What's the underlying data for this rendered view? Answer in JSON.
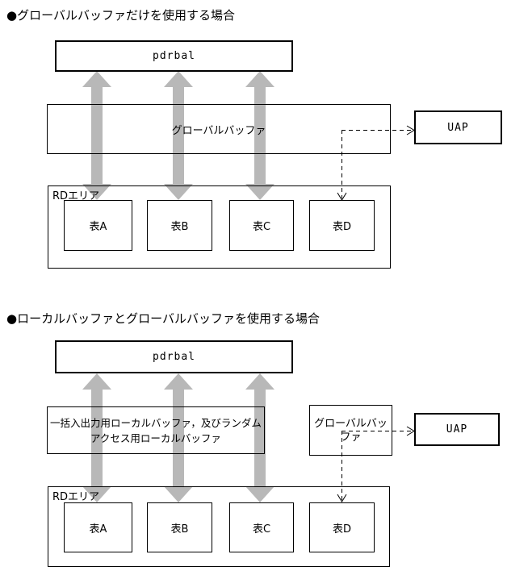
{
  "titles": {
    "diagram1": "●グローバルバッファだけを使用する場合",
    "diagram2": "●ローカルバッファとグローバルバッファを使用する場合"
  },
  "diagram1": {
    "pdrbal_label": "pdrbal",
    "global_buffer_label": "グローバルバッファ",
    "uap_label": "UAP",
    "rd_area_label": "RDエリア",
    "tables": [
      "表A",
      "表B",
      "表C",
      "表D"
    ]
  },
  "diagram2": {
    "pdrbal_label": "pdrbal",
    "local_buffer_label_line1": "一括入出力用ローカルバッファ，及びランダム",
    "local_buffer_label_line2": "アクセス用ローカルバッファ",
    "global_buffer_label": "グローバルバッファ",
    "uap_label": "UAP",
    "rd_area_label": "RDエリア",
    "tables": [
      "表A",
      "表B",
      "表C",
      "表D"
    ]
  },
  "colors": {
    "arrow_gray": "#b8b8b8",
    "line_black": "#000000",
    "background": "#ffffff"
  }
}
